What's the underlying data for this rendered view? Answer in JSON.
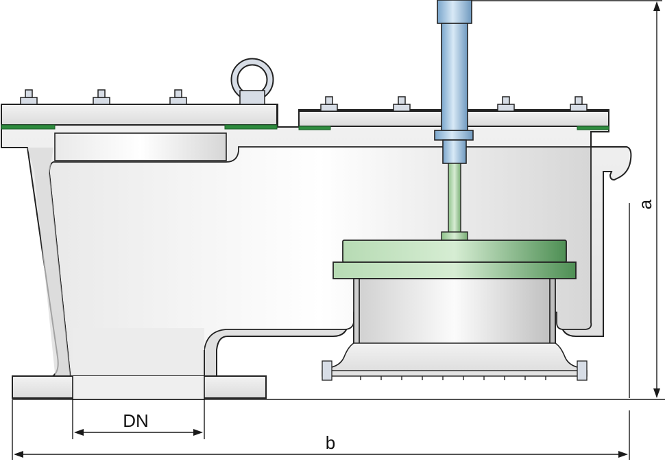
{
  "labels": {
    "dn": "DN",
    "b": "b",
    "a": "a"
  },
  "colors": {
    "body_light": "#f4f4f4",
    "body_shade": "#c9c9c9",
    "gasket": "#2e8b3e",
    "pallet_green": "#7fbf7a",
    "pallet_dark": "#3f7f45",
    "stem_blue": "#9fc3e0",
    "stem_dark": "#5e8db5",
    "line": "#1a1a1a"
  }
}
